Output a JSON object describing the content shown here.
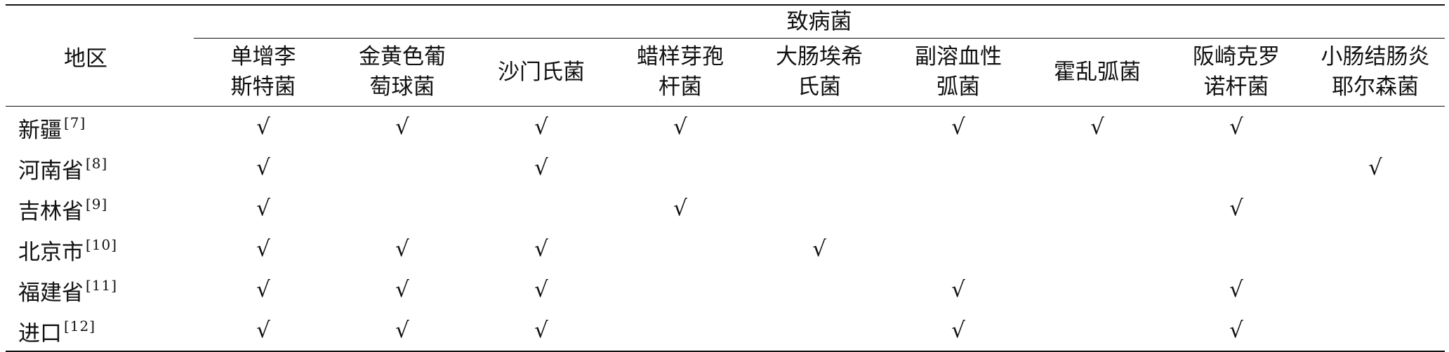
{
  "table": {
    "region_header": "地区",
    "group_header": "致病菌",
    "columns": [
      [
        "单增李",
        "斯特菌"
      ],
      [
        "金黄色葡",
        "萄球菌"
      ],
      [
        "沙门氏菌"
      ],
      [
        "蜡样芽孢",
        "杆菌"
      ],
      [
        "大肠埃希",
        "氏菌"
      ],
      [
        "副溶血性",
        "弧菌"
      ],
      [
        "霍乱弧菌"
      ],
      [
        "阪崎克罗",
        "诺杆菌"
      ],
      [
        "小肠结肠炎",
        "耶尔森菌"
      ]
    ],
    "rows": [
      {
        "region": "新疆",
        "ref": "[7]",
        "cells": [
          "√",
          "√",
          "√",
          "√",
          "",
          "√",
          "√",
          "√",
          ""
        ]
      },
      {
        "region": "河南省",
        "ref": "[8]",
        "cells": [
          "√",
          "",
          "√",
          "",
          "",
          "",
          "",
          "",
          "√"
        ]
      },
      {
        "region": "吉林省",
        "ref": "[9]",
        "cells": [
          "√",
          "",
          "",
          "√",
          "",
          "",
          "",
          "√",
          ""
        ]
      },
      {
        "region": "北京市",
        "ref": "[10]",
        "cells": [
          "√",
          "√",
          "√",
          "",
          "√",
          "",
          "",
          "",
          ""
        ]
      },
      {
        "region": "福建省",
        "ref": "[11]",
        "cells": [
          "√",
          "√",
          "√",
          "",
          "",
          "√",
          "",
          "√",
          ""
        ]
      },
      {
        "region": "进口",
        "ref": "[12]",
        "cells": [
          "√",
          "√",
          "√",
          "",
          "",
          "√",
          "",
          "√",
          ""
        ]
      }
    ]
  }
}
